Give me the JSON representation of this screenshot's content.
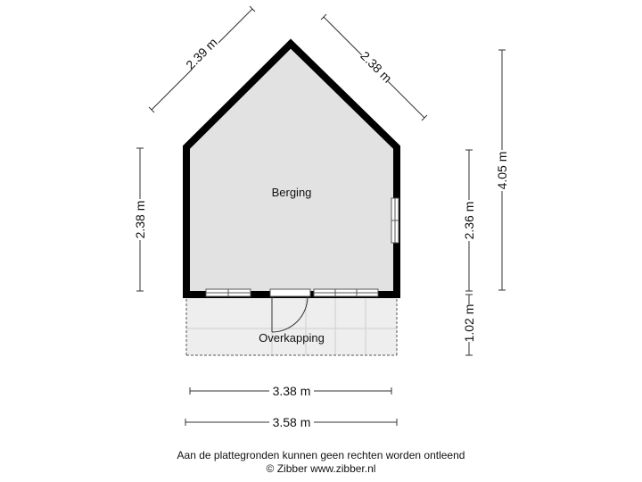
{
  "rooms": {
    "storage_label": "Berging",
    "canopy_label": "Overkapping"
  },
  "dimensions": {
    "roof_left": "2.39 m",
    "roof_right": "2.38 m",
    "total_height": "4.05 m",
    "left_height": "2.38 m",
    "right_height": "2.36 m",
    "canopy_depth": "1.02 m",
    "inner_width": "3.38 m",
    "outer_width": "3.58 m"
  },
  "footer": {
    "disclaimer": "Aan de plattegronden kunnen geen rechten worden ontleend",
    "copyright": "© Zibber www.zibber.nl"
  },
  "colors": {
    "wall": "#000000",
    "floor": "#e2e2e2",
    "canopy_floor": "#eeeeee",
    "dimension_line": "#333333"
  }
}
